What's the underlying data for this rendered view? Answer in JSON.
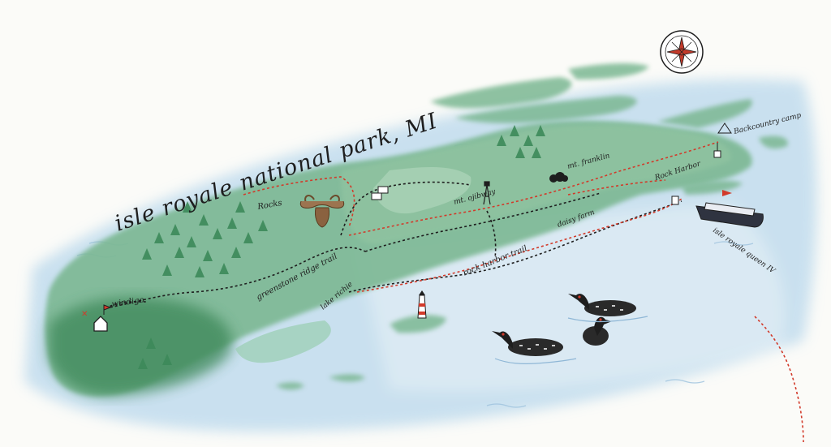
{
  "map": {
    "title": "isle royale national park, MI",
    "labels": {
      "rock_harbor_trail": "rock harbor trail",
      "greenstone_ridge_trail": "greenstone ridge trail",
      "windigo": "windigo",
      "rock_harbor": "Rock Harbor",
      "backcountry_camp": "Backcountry camp",
      "mt_franklin": "mt. franklin",
      "mt_ojibway": "mt. ojibway",
      "daisy_farm": "daisy farm",
      "lake_richie": "lake richie",
      "rocks": "Rocks",
      "ferry": "isle royale queen IV"
    },
    "icons": {
      "compass": "compass-rose-icon",
      "moose": "moose-icon",
      "loons": "loon-icon",
      "ferry": "ferry-boat-icon",
      "lighthouse": "lighthouse-icon",
      "cabin": "cabin-icon",
      "tent": "tent-icon",
      "tower": "fire-tower-icon"
    },
    "colors": {
      "water": "#b9d8ec",
      "land": "#6fae88",
      "forest": "#3f8a5c",
      "trail_black": "#1e1e1e",
      "trail_red": "#d23a2a"
    }
  }
}
